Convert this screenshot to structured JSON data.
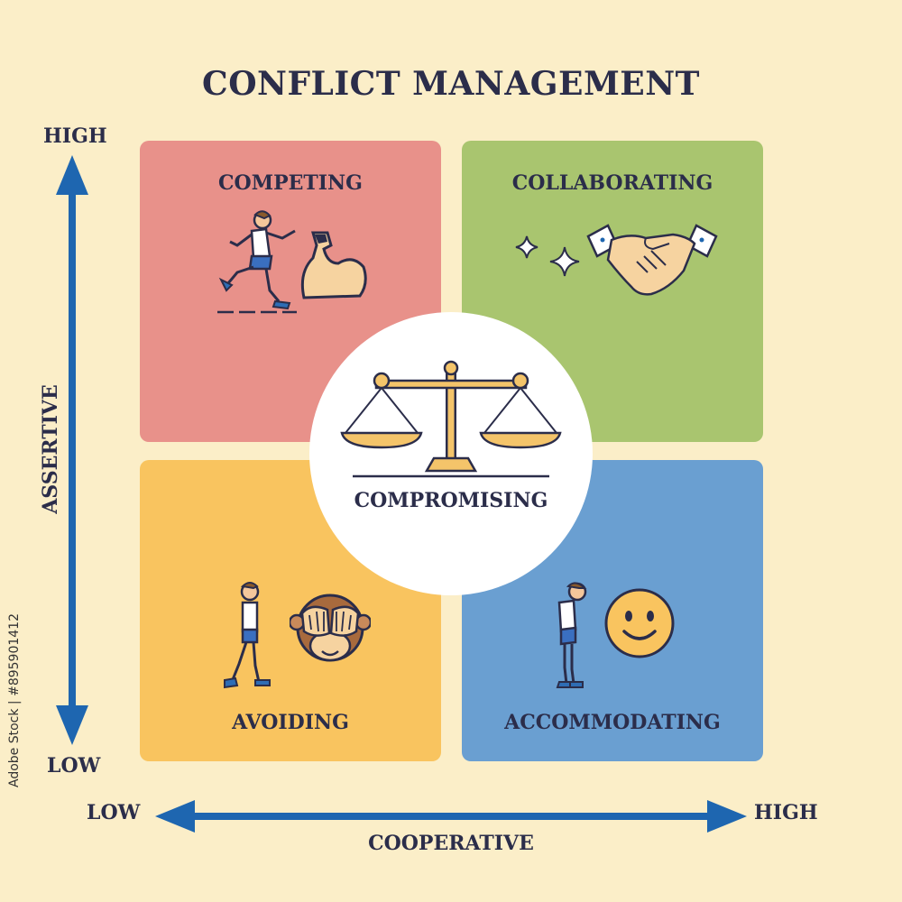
{
  "title": "CONFLICT MANAGEMENT",
  "y_axis": {
    "label": "ASSERTIVE",
    "high": "HIGH",
    "low": "LOW"
  },
  "x_axis": {
    "label": "COOPERATIVE",
    "low": "LOW",
    "high": "HIGH"
  },
  "quadrants": {
    "competing": {
      "label": "COMPETING",
      "color": "#e8918a"
    },
    "collaborating": {
      "label": "COLLABORATING",
      "color": "#a9c56f"
    },
    "avoiding": {
      "label": "AVOIDING",
      "color": "#f9c45f"
    },
    "accommodating": {
      "label": "ACCOMMODATING",
      "color": "#6a9fd1"
    }
  },
  "center": {
    "label": "COMPROMISING"
  },
  "colors": {
    "background": "#fbeec8",
    "arrow": "#1e66b0",
    "text": "#2b2d4a"
  },
  "icons": [
    "running-man-icon",
    "flexed-arm-icon",
    "sparkles-icon",
    "handshake-icon",
    "scales-icon",
    "walking-man-icon",
    "covering-eyes-monkey-icon",
    "bowing-man-icon",
    "smiley-face-icon"
  ],
  "watermark": "Adobe Stock | #895901412"
}
